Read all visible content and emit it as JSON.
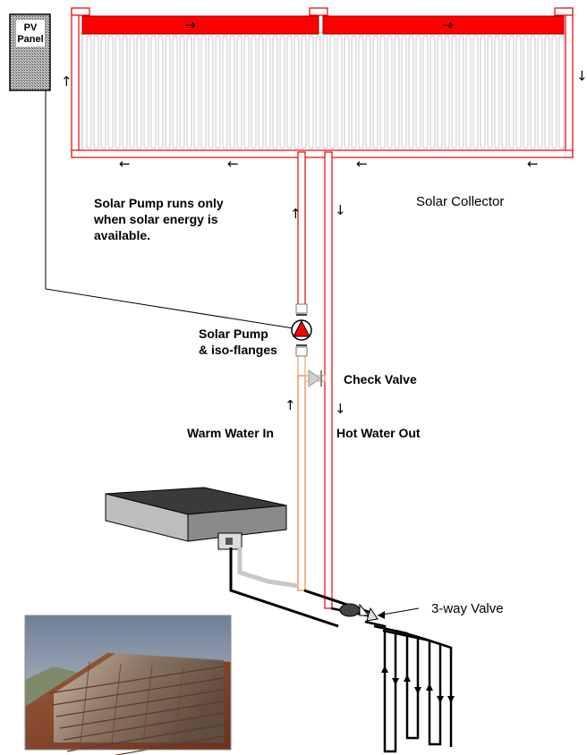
{
  "labels": {
    "pv_panel_line1": "PV",
    "pv_panel_line2": "Panel",
    "pump_note_line1": "Solar Pump runs only",
    "pump_note_line2": "when solar energy is",
    "pump_note_line3": "available.",
    "solar_collector": "Solar Collector",
    "solar_pump_line1": "Solar Pump",
    "solar_pump_line2": "& iso-flanges",
    "check_valve": "Check Valve",
    "warm_water_in": "Warm Water In",
    "hot_water_out": "Hot Water Out",
    "three_way_valve": "3-way Valve"
  },
  "arrows": {
    "right": "→",
    "left": "←",
    "up": "↑",
    "down": "↓"
  },
  "colors": {
    "hot_pipe": "#ff0000",
    "warm_pipe": "#f0a070",
    "return_pipe": "#c8c8c8",
    "collector_header": "#ff0000",
    "black": "#000000"
  }
}
